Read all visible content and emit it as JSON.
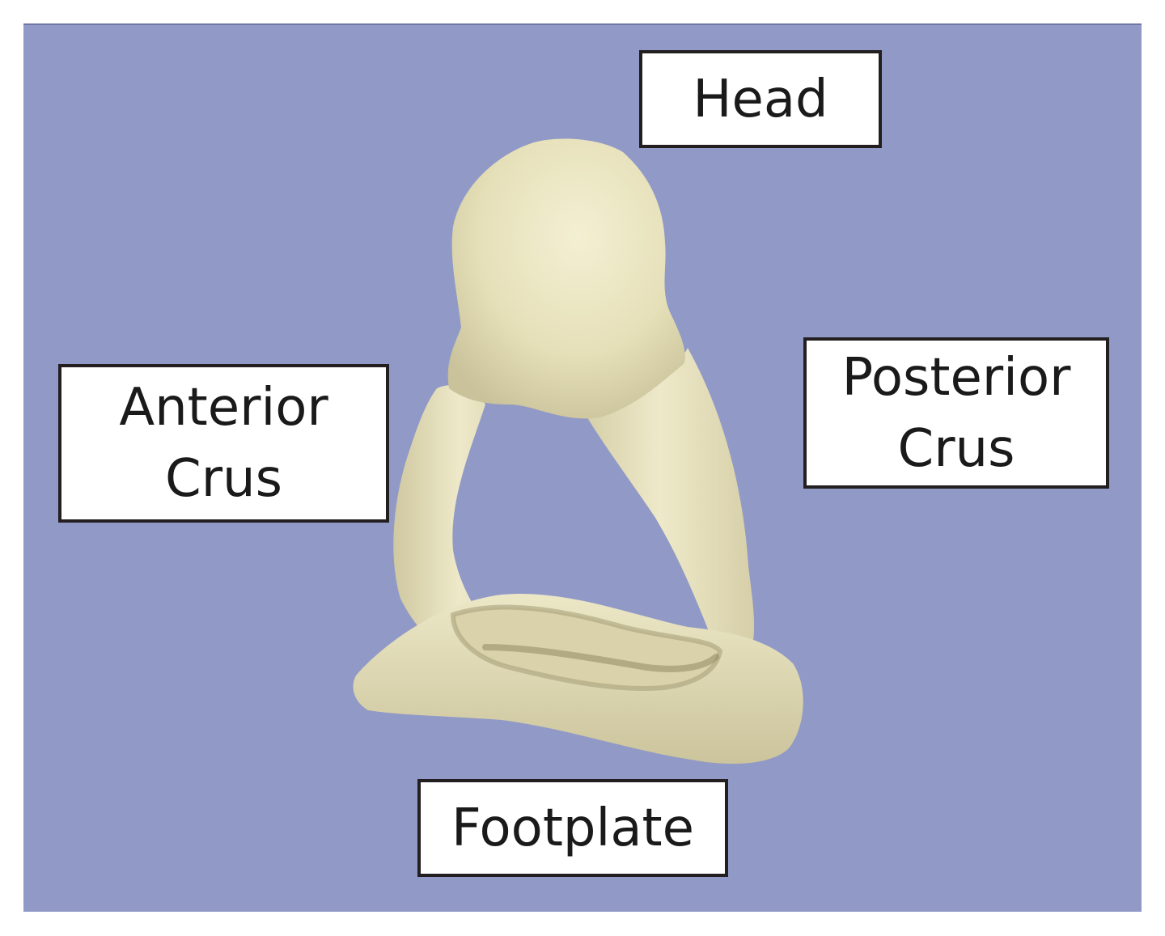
{
  "labels": {
    "head": "Head",
    "anterior_crus": [
      "Anterior",
      "Crus"
    ],
    "posterior_crus": [
      "Posterior",
      "Crus"
    ],
    "footplate": "Footplate"
  },
  "colors": {
    "background": "#9199c7",
    "bone": "#ebe6c2",
    "label_border": "#231f20"
  }
}
